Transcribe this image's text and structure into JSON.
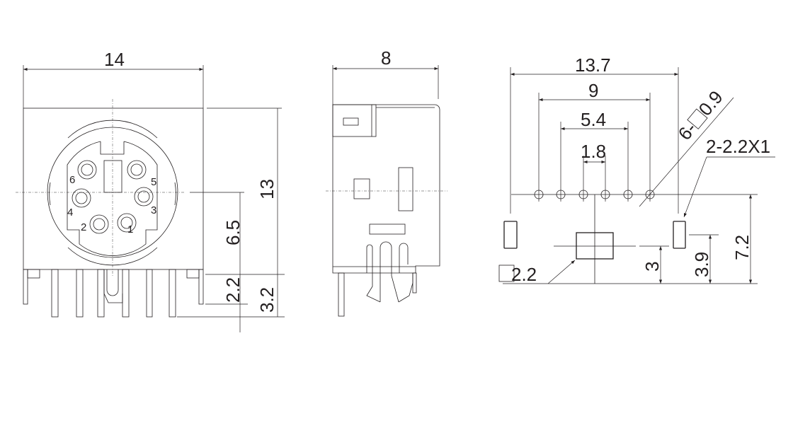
{
  "front_view": {
    "width_dim": "14",
    "height_dim": "13",
    "center_height_dim": "6.5",
    "standoff_dim": "2.2",
    "pin_length_dim": "3.2",
    "pin_labels": [
      "1",
      "2",
      "3",
      "4",
      "5",
      "6"
    ]
  },
  "side_view": {
    "depth_dim": "8"
  },
  "footprint_view": {
    "overall_dim": "13.7",
    "outer_pin_dim": "9",
    "mid_pin_dim": "5.4",
    "inner_pin_dim": "1.8",
    "pin_hole_note_prefix": "6-",
    "pin_hole_note_size": "0.9",
    "mount_pad_note": "2-2.2X1",
    "center_hole_size": "2.2",
    "row_offset_dim": "7.2",
    "pad_offset_dim": "3.9",
    "center_hole_offset_dim": "3"
  }
}
